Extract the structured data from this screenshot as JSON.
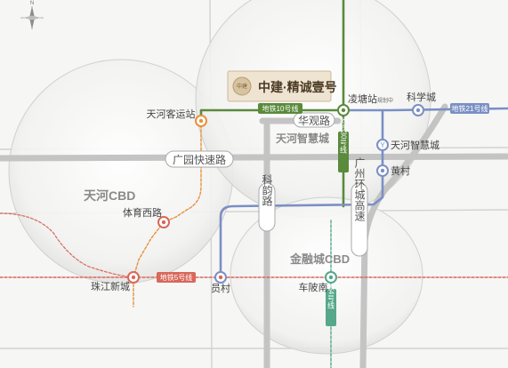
{
  "compass": {
    "north_letter": "N"
  },
  "project": {
    "name": "中建·精诚壹号",
    "logo_mark": "中建"
  },
  "districts": [
    {
      "label": "天河CBD"
    },
    {
      "label": "金融城CBD"
    },
    {
      "label": "天河智慧城"
    }
  ],
  "roads": [
    {
      "label": "广园快速路"
    },
    {
      "label": "华观路"
    },
    {
      "label": "科韵路"
    },
    {
      "label": "广州环城高速"
    }
  ],
  "metro_lines": [
    {
      "label": "地铁10号线",
      "color": "#5a8a3c"
    },
    {
      "label": "地铁21号线",
      "color": "#7a8fc4"
    },
    {
      "label": "地铁5号线",
      "color": "#d9675a"
    },
    {
      "label": "地铁30号线",
      "color": "#5a8a3c"
    },
    {
      "label": "地铁4号线",
      "color": "#55a88a"
    }
  ],
  "stations": [
    {
      "name": "天河客运站"
    },
    {
      "name": "凌塘站"
    },
    {
      "name": "科学城"
    },
    {
      "name": "天河智慧城"
    },
    {
      "name": "黄村"
    },
    {
      "name": "体育西路"
    },
    {
      "name": "珠江新城"
    },
    {
      "name": "员村"
    },
    {
      "name": "车陂南"
    }
  ],
  "station_notes": {
    "lingtang_tag": "规划中"
  },
  "colors": {
    "line10": "#5a8a3c",
    "line21": "#7a8fc4",
    "line5": "#d9675a",
    "line3": "#e8913a",
    "line4": "#55a88a",
    "road": "#b7b7b7",
    "district_text": "#8a8a8a"
  }
}
